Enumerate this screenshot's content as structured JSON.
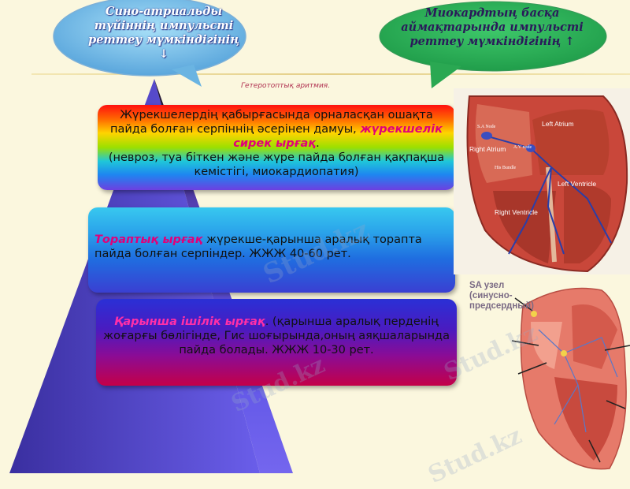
{
  "bubble_left": {
    "text": "Сино-атриальды түйіннің импульсті реттеу мүмкіндігінің ↓",
    "fill": "#8fd0ee"
  },
  "bubble_right": {
    "text": "Миокардтың басқа аймақтарында импульсті реттеу мүмкіндігінің ↑",
    "fill": "#f4c22a"
  },
  "subtitle": "Гетеротоптық аритмия.",
  "box1": {
    "line1": "Жүрекшелердің қабырғасында орналасқан ошақта пайда болған серпіннің әсерінен дамуы,",
    "highlight": "жүрекшелік сирек ырғақ",
    "after": ".",
    "line2": "(невроз, туа біткен және жүре пайда болған қақпақша кемістігі, миокардиопатия)"
  },
  "box2": {
    "highlight": "Тораптық ырғақ",
    "text": " жүрекше-қарынша аралық торапта пайда болған серпіндер. ЖЖЖ 40-60 рет."
  },
  "box3": {
    "highlight": "Қарынша ішілік ырғақ",
    "text": ". (қарынша аралық перденің жоғарғы бөлігінде, Гис шоғырында,оның аяқшаларында пайда болады. ЖЖЖ 10-30 рет."
  },
  "heart1": {
    "labels": {
      "la": "Left Atrium",
      "ra": "Right Atrium",
      "lv": "Left Ventricle",
      "rv": "Right Ventricle",
      "sa": "S.A Node",
      "av": "A.V node",
      "his": "His Bundle"
    }
  },
  "heart2": {
    "title": "SA узел (синусно-предсердный)"
  },
  "watermark": "Stud.kz"
}
